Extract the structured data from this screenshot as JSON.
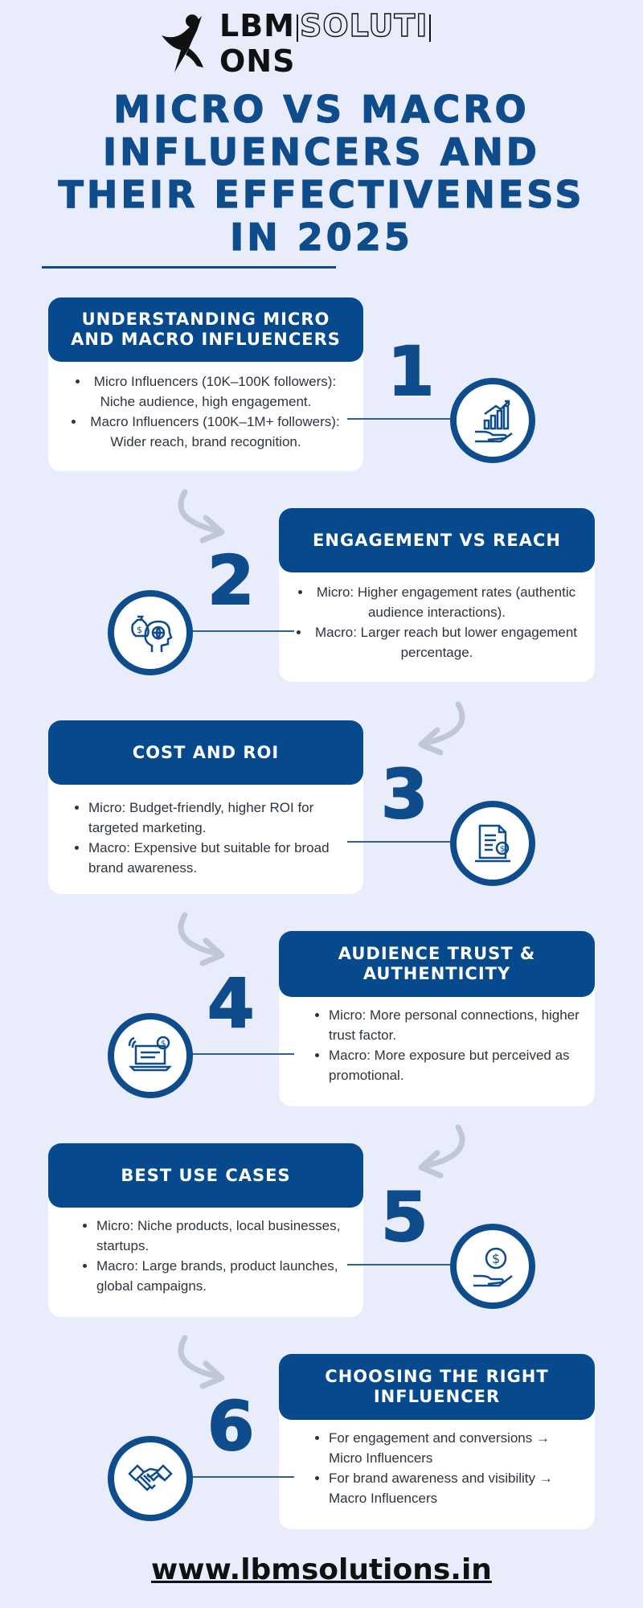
{
  "logo": {
    "part1": "LBM",
    "part2": "SOLUTI",
    "part3": "ONS"
  },
  "title": {
    "line1": "MICRO VS MACRO",
    "line2": "INFLUENCERS AND",
    "line3": "THEIR EFFECTIVENESS",
    "line4": "IN 2025"
  },
  "sections": [
    {
      "number": "1",
      "heading": "UNDERSTANDING MICRO AND MACRO INFLUENCERS",
      "icon": "chart-in-hand-icon",
      "bullets": [
        "Micro Influencers (10K–100K followers): Niche audience, high engagement.",
        "Macro Influencers (100K–1M+ followers): Wider reach, brand recognition."
      ]
    },
    {
      "number": "2",
      "heading": "ENGAGEMENT VS REACH",
      "icon": "money-bag-head-globe-icon",
      "bullets": [
        "Micro: Higher engagement rates (authentic audience interactions).",
        "Macro: Larger reach but lower engagement percentage."
      ]
    },
    {
      "number": "3",
      "heading": "COST AND ROI",
      "icon": "invoice-document-icon",
      "bullets": [
        "Micro: Budget-friendly, higher ROI for targeted marketing.",
        "Macro: Expensive but suitable for broad brand awareness."
      ]
    },
    {
      "number": "4",
      "heading": "AUDIENCE TRUST & AUTHENTICITY",
      "icon": "laptop-payment-icon",
      "bullets": [
        "Micro: More personal connections, higher trust factor.",
        "Macro: More exposure but perceived as promotional."
      ]
    },
    {
      "number": "5",
      "heading": "BEST USE CASES",
      "icon": "coin-in-hand-icon",
      "bullets": [
        "Micro: Niche products, local businesses, startups.",
        "Macro: Large brands, product launches, global campaigns."
      ]
    },
    {
      "number": "6",
      "heading": "CHOOSING THE RIGHT INFLUENCER",
      "icon": "handshake-icon",
      "bullets": [
        "For engagement and conversions → Micro Influencers",
        "For brand awareness and visibility → Macro Influencers"
      ]
    }
  ],
  "footer": {
    "url": "www.lbmsolutions.in"
  },
  "colors": {
    "primary": "#0e4c8c",
    "background": "#e9edfb",
    "card": "#ffffff",
    "arrow": "#c2c7d8"
  }
}
